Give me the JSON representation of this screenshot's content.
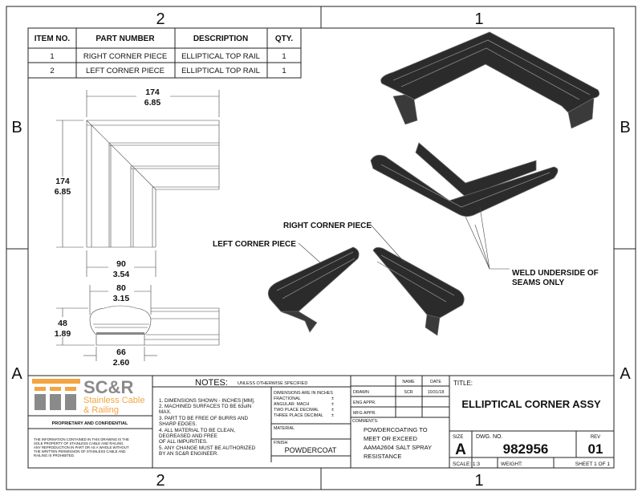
{
  "zones": {
    "top": [
      "2",
      "1"
    ],
    "bottom": [
      "2",
      "1"
    ],
    "left": [
      "B",
      "A"
    ],
    "right": [
      "B",
      "A"
    ]
  },
  "bom": {
    "headers": [
      "ITEM NO.",
      "PART NUMBER",
      "DESCRIPTION",
      "QTY."
    ],
    "rows": [
      [
        "1",
        "RIGHT CORNER PIECE",
        "ELLIPTICAL TOP RAIL",
        "1"
      ],
      [
        "2",
        "LEFT CORNER PIECE",
        "ELLIPTICAL TOP RAIL",
        "1"
      ]
    ]
  },
  "dimensions": {
    "top_width": {
      "mm": "174",
      "in": "6.85"
    },
    "height": {
      "mm": "174",
      "in": "6.85"
    },
    "leg_width": {
      "mm": "90",
      "in": "3.54"
    },
    "top_profile": {
      "mm": "80",
      "in": "3.15"
    },
    "profile_height": {
      "mm": "48",
      "in": "1.89"
    },
    "base_width": {
      "mm": "66",
      "in": "2.60"
    }
  },
  "callouts": {
    "right_piece": "RIGHT CORNER PIECE",
    "left_piece": "LEFT CORNER PIECE",
    "weld_1": "WELD UNDERSIDE OF",
    "weld_2": "SEAMS ONLY"
  },
  "logo": {
    "mark": "SC&R",
    "line1": "Stainless Cable",
    "line2": "& Railing",
    "gray": "#8a8a8a",
    "orange": "#f2a541"
  },
  "proprietary": {
    "heading": "PROPRIETARY AND CONFIDENTIAL",
    "lines": [
      "THE INFORMATION CONTAINED IN THIS DRAWING IS THE",
      "SOLE PROPERTY OF STAINLESS CABLE AND RAILING.",
      "ANY REPRODUCTION IN PART OR AS A WHOLE WITHOUT",
      "THE WRITTEN PERMISSION OF STAINLESS CABLE AND",
      "RAILING IS PROHIBITED."
    ]
  },
  "notes": {
    "title": "NOTES:",
    "subtitle": "UNLESS OTHERWISE SPECIFIED",
    "lines": [
      "1. DIMENSIONS SHOWN - INCHES [MM].",
      "2. MACHINED SURFACES TO BE 63uIN",
      "MAX.",
      "3. PART TO BE FREE OF BURRS AND",
      "SHARP EDGES.",
      "4. ALL MATERIAL TO BE CLEAN,",
      "DEGREASED AND FREE",
      "OF ALL IMPURITIES.",
      "5. ANY CHANGE MUST BE AUTHORIZED",
      "BY AN SC&R ENGINEER."
    ]
  },
  "tolerances": {
    "lines": [
      "DIMENSIONS ARE IN INCHES",
      "FRACTIONAL",
      "ANGULAR: MACH",
      "TWO PLACE DECIMAL",
      "THREE PLACE DECIMAL"
    ],
    "pm": "±",
    "material_label": "MATERIAL",
    "finish_label": "FINISH",
    "finish": "POWDERCOAT"
  },
  "approvals": {
    "name_header": "NAME",
    "date_header": "DATE",
    "rows": [
      [
        "DRAWN",
        "SCR",
        "10/31/18"
      ],
      [
        "ENG APPR.",
        "",
        ""
      ],
      [
        "MFG APPR.",
        "",
        ""
      ]
    ],
    "comments_label": "COMMENTS:",
    "comments": [
      "POWDERCOATING TO",
      "MEET OR EXCEED",
      "AAMA2604 SALT SPRAY",
      "RESISTANCE"
    ]
  },
  "title_block": {
    "title_label": "TITLE:",
    "title": "ELLIPTICAL CORNER ASSY",
    "size_label": "SIZE",
    "size": "A",
    "dwg_label": "DWG.  NO.",
    "dwg_no": "982956",
    "rev_label": "REV",
    "rev": "01",
    "scale": "SCALE: 1:3",
    "weight": "WEIGHT:",
    "sheet": "SHEET 1 OF 1"
  }
}
